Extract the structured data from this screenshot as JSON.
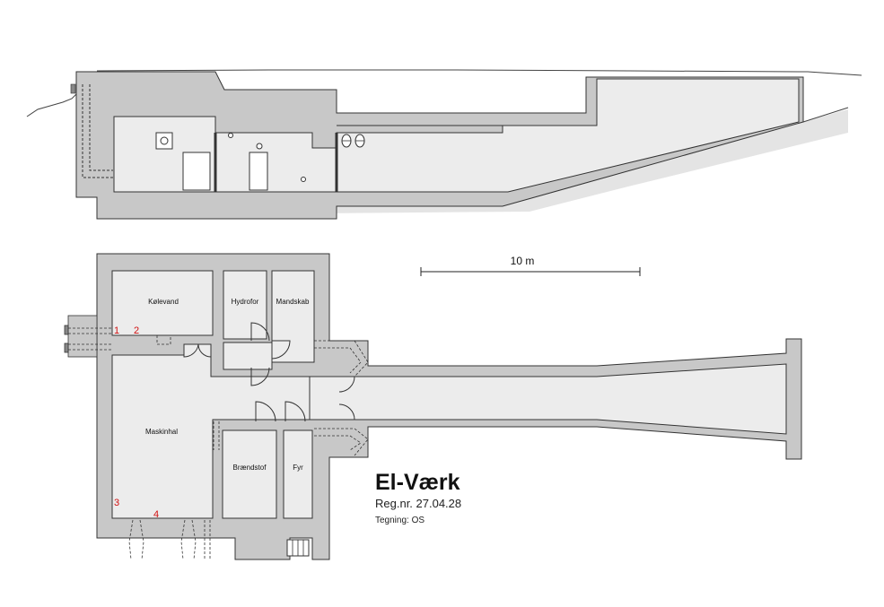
{
  "title": "El-Værk",
  "reg_nr": "Reg.nr. 27.04.28",
  "drawn_by": "Tegning: OS",
  "scale_bar": {
    "label": "10 m"
  },
  "rooms": {
    "kolevand": "Kølevand",
    "hydrofor": "Hydrofor",
    "mandskab": "Mandskab",
    "maskinhal": "Maskinhal",
    "braendstof": "Brændstof",
    "fyr": "Fyr"
  },
  "markers": [
    "1",
    "2",
    "3",
    "4"
  ],
  "colors": {
    "wall": "#c8c8c8",
    "floor": "#ececec",
    "line": "#333333",
    "marker": "#d01010",
    "terrain_shadow": "#e4e4e4"
  }
}
